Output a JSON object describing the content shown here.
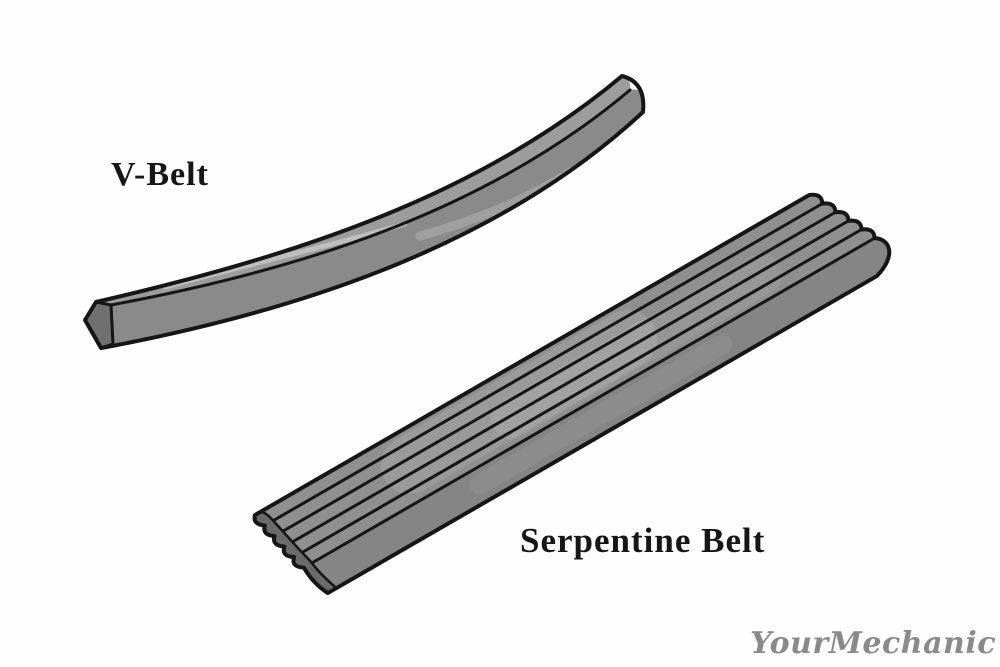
{
  "figure": {
    "outline_color": "#161616",
    "v_belt": {
      "label": "V-Belt",
      "colors": {
        "top_face": "#9c9c9c",
        "side_face": "#8a8a8a",
        "end_face": "#707070"
      }
    },
    "serpentine_belt": {
      "label": "Serpentine Belt",
      "rib_count": 6,
      "colors": {
        "rib_face": "#8f8f8f",
        "side_face": "#858585",
        "end_face": "#6b6b6b"
      }
    }
  },
  "watermark": {
    "text": "YourMechanic",
    "color": "#8a8a8a"
  }
}
